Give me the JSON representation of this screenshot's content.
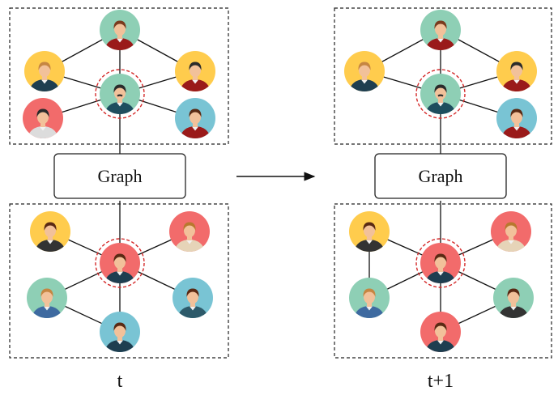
{
  "diagram": {
    "panels": [
      {
        "caption": "t",
        "graph_box_label": "Graph",
        "top_graph": {
          "center": {
            "bg": "#8ecfb5",
            "hair": "#2b2b2b",
            "skin": "#f2c19a",
            "shirt": "#1e4e5e",
            "mustache": true
          },
          "avatars": [
            {
              "bg": "#8ecfb5",
              "hair": "#7a3b1e",
              "skin": "#f2c19a",
              "shirt": "#9a1a1a"
            },
            {
              "bg": "#ffcc4d",
              "hair": "#c68642",
              "skin": "#f2c19a",
              "shirt": "#1e3e50"
            },
            {
              "bg": "#ffcc4d",
              "hair": "#2b2b2b",
              "skin": "#f2c19a",
              "shirt": "#9a1a1a"
            },
            {
              "bg": "#f26b6b",
              "hair": "#2b2b2b",
              "skin": "#f2c19a",
              "shirt": "#dcdcdc"
            },
            {
              "bg": "#79c4d4",
              "hair": "#5a2a14",
              "skin": "#f2c19a",
              "shirt": "#9a1a1a"
            }
          ]
        },
        "bottom_graph": {
          "center": {
            "bg": "#f26b6b",
            "hair": "#5a2a14",
            "skin": "#f2c19a",
            "shirt": "#1e3e50"
          },
          "avatars": [
            {
              "bg": "#ffcc4d",
              "hair": "#5a2a14",
              "skin": "#f2c19a",
              "shirt": "#333333"
            },
            {
              "bg": "#f26b6b",
              "hair": "#b8782e",
              "skin": "#f2c19a",
              "shirt": "#e6d4b8"
            },
            {
              "bg": "#8ecfb5",
              "hair": "#c68642",
              "skin": "#f2c19a",
              "shirt": "#3e6aa0"
            },
            {
              "bg": "#79c4d4",
              "hair": "#5a2a14",
              "skin": "#f2c19a",
              "shirt": "#2d5a6a"
            },
            {
              "bg": "#79c4d4",
              "hair": "#5a2a14",
              "skin": "#f2c19a",
              "shirt": "#1e3e50"
            }
          ]
        }
      },
      {
        "caption": "t+1",
        "graph_box_label": "Graph",
        "top_graph": {
          "center": {
            "bg": "#8ecfb5",
            "hair": "#2b2b2b",
            "skin": "#f2c19a",
            "shirt": "#1e4e5e",
            "mustache": true
          },
          "avatars": [
            {
              "bg": "#8ecfb5",
              "hair": "#7a3b1e",
              "skin": "#f2c19a",
              "shirt": "#9a1a1a"
            },
            {
              "bg": "#ffcc4d",
              "hair": "#c68642",
              "skin": "#f2c19a",
              "shirt": "#1e3e50"
            },
            {
              "bg": "#ffcc4d",
              "hair": "#2b2b2b",
              "skin": "#f2c19a",
              "shirt": "#9a1a1a"
            },
            {
              "bg": "#79c4d4",
              "hair": "#5a2a14",
              "skin": "#f2c19a",
              "shirt": "#9a1a1a"
            }
          ]
        },
        "bottom_graph": {
          "center": {
            "bg": "#f26b6b",
            "hair": "#5a2a14",
            "skin": "#f2c19a",
            "shirt": "#1e3e50"
          },
          "avatars": [
            {
              "bg": "#ffcc4d",
              "hair": "#5a2a14",
              "skin": "#f2c19a",
              "shirt": "#333333"
            },
            {
              "bg": "#f26b6b",
              "hair": "#b8782e",
              "skin": "#f2c19a",
              "shirt": "#e6d4b8"
            },
            {
              "bg": "#8ecfb5",
              "hair": "#c68642",
              "skin": "#f2c19a",
              "shirt": "#3e6aa0"
            },
            {
              "bg": "#8ecfb5",
              "hair": "#5a2a14",
              "skin": "#f2c19a",
              "shirt": "#333333"
            },
            {
              "bg": "#f26b6b",
              "hair": "#5a2a14",
              "skin": "#f2c19a",
              "shirt": "#1e3e50"
            }
          ]
        }
      }
    ],
    "colors": {
      "frame": "#222222",
      "edge": "#111111",
      "highlight_ring": "#d42a2a",
      "arrow": "#111111"
    }
  }
}
